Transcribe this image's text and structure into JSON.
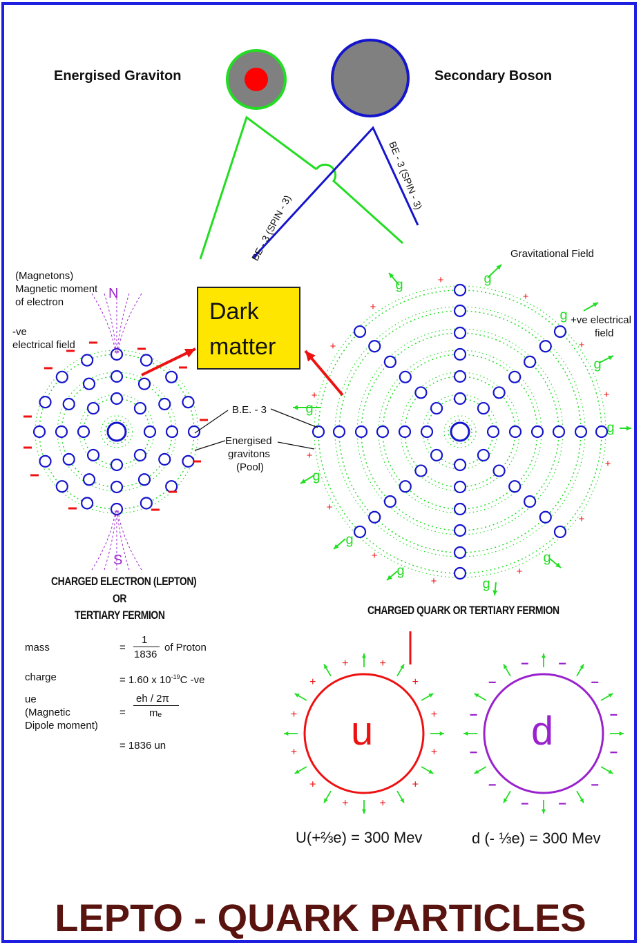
{
  "top": {
    "graviton_label": "Energised Graviton",
    "boson_label": "Secondary Boson",
    "spin_left": "BE - 3 (SPIN - 3)",
    "spin_right": "BE - 3 (SPIN - 3)",
    "gravitational_field": "Gravitational Field"
  },
  "dark_matter": {
    "line1": "Dark",
    "line2": "matter"
  },
  "electron": {
    "magnetons_1": "(Magnetons)",
    "magnetons_2": "Magnetic moment",
    "magnetons_3": "of electron",
    "ve_1": "-ve",
    "ve_2": "electrical field",
    "pole_n": "N",
    "pole_s": "S",
    "caption_1": "CHARGED ELECTRON (LEPTON)",
    "caption_2": "OR",
    "caption_3": "TERTIARY FERMION"
  },
  "middle": {
    "be3": "B.E. - 3",
    "energised": "Energised",
    "gravitons": "gravitons",
    "pool": "(Pool)"
  },
  "quark": {
    "pos_field_1": "+ve electrical",
    "pos_field_2": "field",
    "caption": "CHARGED QUARK OR TERTIARY FERMION",
    "g_symbol": "g",
    "plus": "+",
    "minus": "-"
  },
  "properties": {
    "mass_label": "mass",
    "mass_eq": "=",
    "mass_num": "1",
    "mass_den": "1836",
    "mass_tail": "of Proton",
    "charge_label": "charge",
    "charge_value": "= 1.60 x 10",
    "charge_exp": "-19",
    "charge_tail": "C -ve",
    "ue_1": "ue",
    "ue_2": "(Magnetic",
    "ue_3": "Dipole moment)",
    "ue_eq": "=",
    "ue_num": "eh / 2π",
    "ue_den": "mₑ",
    "ue_value": "= 1836 un"
  },
  "up_quark": {
    "symbol": "u",
    "formula": "U(+⅔e) = 300 Mev"
  },
  "down_quark": {
    "symbol": "d",
    "formula": "d (- ⅓e) = 300 Mev"
  },
  "title": "LEPTO - QUARK PARTICLES",
  "colors": {
    "frame": "#1e1ee0",
    "green": "#22dd22",
    "blue": "#1515cc",
    "red": "#ee1111",
    "purple": "#9922cc",
    "yellow": "#ffe600",
    "title": "#5a1410"
  }
}
